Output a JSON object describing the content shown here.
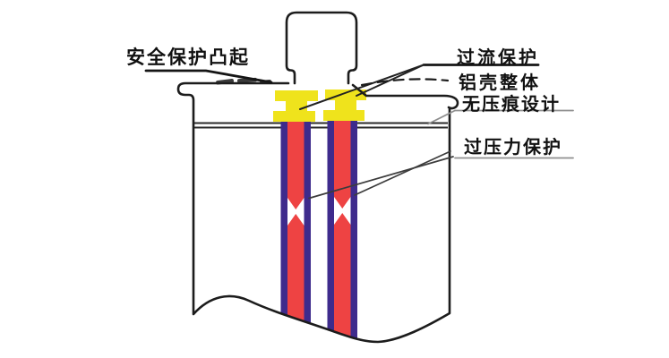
{
  "labels": {
    "safety_bump": "安全保护凸起",
    "overcurrent": "过流保护",
    "aluminum_shell": "铝壳整体",
    "no_indentation": "无压痕设计",
    "overpressure": "过压力保护"
  },
  "colors": {
    "outline": "#1c1c1c",
    "connector_yellow": "#efe31c",
    "electrode_red": "#ee4343",
    "electrode_purple": "#3e2b8c",
    "leader_gray": "#8f8f8f",
    "background": "#ffffff"
  }
}
